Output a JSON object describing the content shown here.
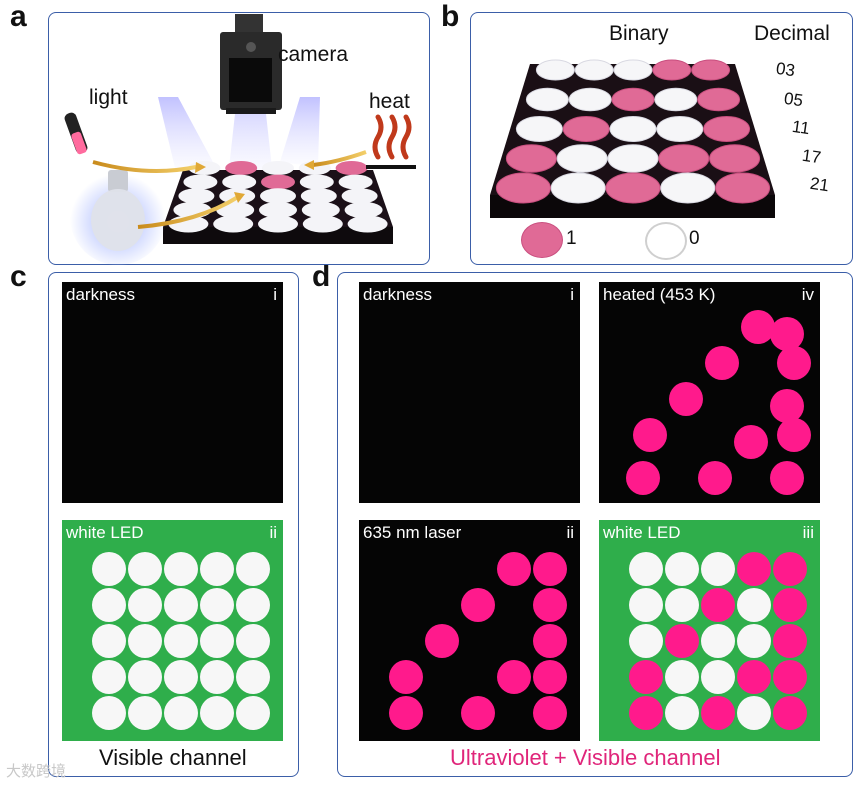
{
  "panels": {
    "a": "a",
    "b": "b",
    "c": "c",
    "d": "d"
  },
  "panel_a": {
    "labels": {
      "light": "light",
      "camera": "camera",
      "heat": "heat"
    }
  },
  "panel_b": {
    "binary_header": "Binary",
    "decimal_header": "Decimal",
    "decimal_values": [
      "03",
      "05",
      "11",
      "17",
      "21"
    ],
    "grid_bits": [
      [
        0,
        0,
        0,
        1,
        1
      ],
      [
        0,
        0,
        1,
        0,
        1
      ],
      [
        0,
        1,
        0,
        0,
        1
      ],
      [
        1,
        0,
        0,
        1,
        1
      ],
      [
        1,
        0,
        1,
        0,
        1
      ]
    ],
    "legend": {
      "one_label": "1",
      "zero_label": "0"
    }
  },
  "panel_c": {
    "tile_i": {
      "name": "darkness",
      "roman": "i"
    },
    "tile_ii": {
      "name": "white LED",
      "roman": "ii"
    },
    "caption": "Visible channel"
  },
  "panel_d": {
    "tile_i": {
      "name": "darkness",
      "roman": "i"
    },
    "tile_ii": {
      "name": "635 nm laser",
      "roman": "ii"
    },
    "tile_iii": {
      "name": "white LED",
      "roman": "iii"
    },
    "tile_iv": {
      "name": "heated (453 K)",
      "roman": "iv"
    },
    "caption": "Ultraviolet + Visible channel"
  },
  "watermark": "大数跨境",
  "colors": {
    "frame_border": "#3b5ea8",
    "pink": "#e8337f",
    "hot_pink": "#ff1a8c",
    "green_bg": "#2fae4b",
    "dark_tile": "#050505",
    "caption_pink": "#e0257a"
  }
}
